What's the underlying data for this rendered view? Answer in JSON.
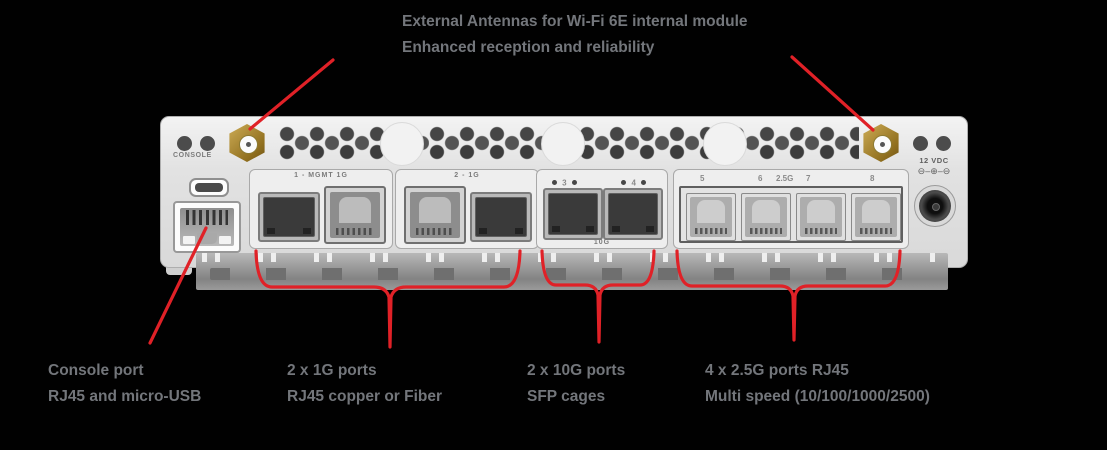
{
  "colors": {
    "accent_red": "#e02127",
    "device_panel": "#e4e4e4",
    "antenna_gold": "#ab8a3c"
  },
  "annotations": {
    "antennas_line1": "External Antennas for Wi-Fi 6E internal module",
    "antennas_line2": "Enhanced reception and reliability",
    "console_line1": "Console port",
    "console_line2": "RJ45 and micro-USB",
    "g1_line1": "2 x 1G ports",
    "g1_line2": "RJ45 copper or Fiber",
    "g10_line1": "2 x 10G ports",
    "g10_line2": "SFP cages",
    "g25_line1": "4 x 2.5G ports RJ45",
    "g25_line2": "Multi speed (10/100/1000/2500)"
  },
  "device": {
    "console_label": "CONSOLE",
    "group1_label": "1 - MGMT 1G",
    "group2_label": "2 - 1G",
    "sfp_port3": "3",
    "sfp_port4": "4",
    "sfp_speed": "10G",
    "mg_port5": "5",
    "mg_port6": "6",
    "mg_speed": "2.5G",
    "mg_port7": "7",
    "mg_port8": "8",
    "power_label": "12 VDC",
    "power_polarity": "⊖–⊕–⊖"
  }
}
